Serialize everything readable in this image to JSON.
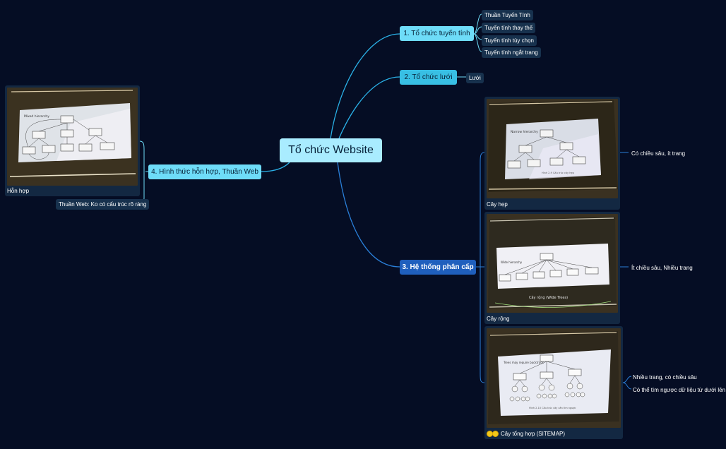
{
  "central": "Tổ chức Website",
  "branch1": {
    "label": "1. Tổ chức tuyến tính",
    "children": [
      "Thuần Tuyến Tính",
      "Tuyến tính thay thế",
      "Tuyến tính tùy chọn",
      "Tuyến tính ngắt trang"
    ]
  },
  "branch2": {
    "label": "2. Tổ chức lưới",
    "children": [
      "Lưới"
    ]
  },
  "branch3": {
    "label": "3. Hệ thống phân cấp",
    "cards": [
      {
        "caption": "Cây hẹp",
        "note": "Có chiều sâu, ít trang",
        "photo_title": "Narrow hierarchy",
        "photo_footer": "Hình 2-9 Cấu trúc cây hẹp"
      },
      {
        "caption": "Cây rộng",
        "note": "Ít chiều sâu, Nhiều trang",
        "photo_title": "Wide hierarchy",
        "photo_footer": "Cây rộng (Wide Trees)"
      },
      {
        "caption": "Cây tổng hợp (SITEMAP)",
        "notes": [
          "Nhiều trang, có chiều sâu",
          "Có thể tìm ngược dữ liệu từ dưới lên"
        ],
        "photo_title": "Trees may require backtrack",
        "photo_footer": "Hình 2-10 Cấu trúc cây cần tìm ngược",
        "icon": "smiley-pair-icon"
      }
    ]
  },
  "branch4": {
    "label": "4. Hình thức hỗn hợp, Thuần Web",
    "card": {
      "caption": "Hỗn hợp",
      "photo_title": "Mixed hierarchy"
    },
    "note": "Thuần Web: Ko có cấu trúc rõ ràng"
  },
  "colors": {
    "background": "#050d24",
    "connector": "#2ab0e6",
    "central": "#a9ecff",
    "main": "#38bfe4",
    "main_dark": "#1f5fbd",
    "leaf": "#17314d"
  }
}
